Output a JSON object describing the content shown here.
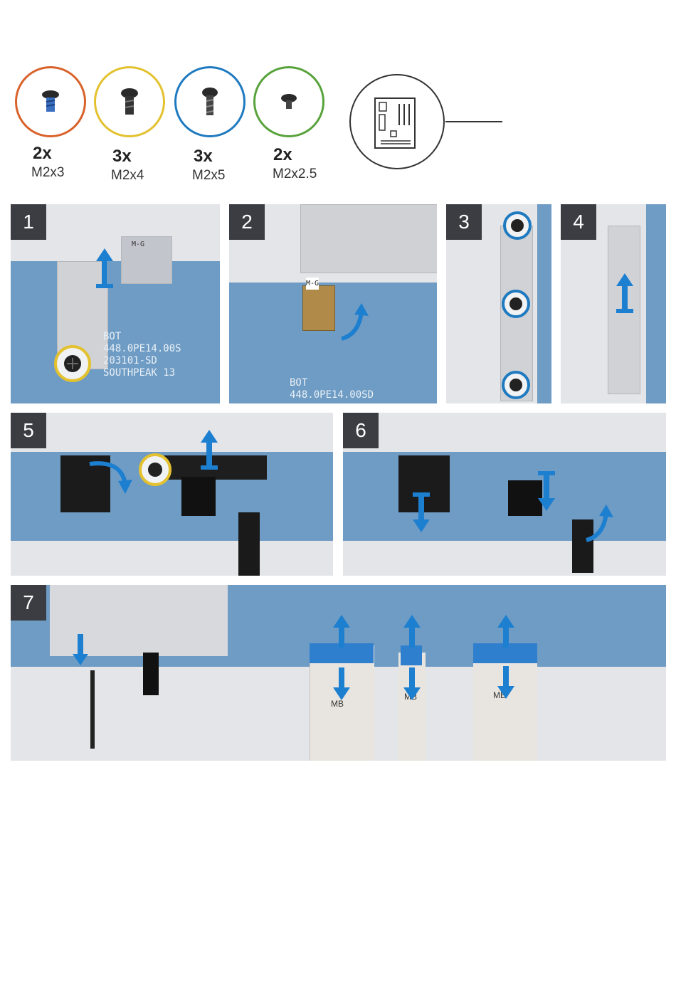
{
  "screws": [
    {
      "count": "2x",
      "size": "M2x3",
      "color": "#d9622b"
    },
    {
      "count": "3x",
      "size": "M2x4",
      "color": "#e3c12f"
    },
    {
      "count": "3x",
      "size": "M2x5",
      "color": "#1f7ac0"
    },
    {
      "count": "2x",
      "size": "M2x2.5",
      "color": "#58a33c"
    }
  ],
  "legend_icon": "motherboard-icon",
  "steps": [
    {
      "number": "1",
      "board_text": "BOT\n448.0PE14.00S\n203101-SD\nSOUTHPEAK 13",
      "label": "M-G"
    },
    {
      "number": "2",
      "board_text": "BOT\n448.0PE14.00SD",
      "label": "M-G"
    },
    {
      "number": "3"
    },
    {
      "number": "4"
    },
    {
      "number": "5"
    },
    {
      "number": "6"
    },
    {
      "number": "7",
      "cable_labels": [
        "MB",
        "MB",
        "MB"
      ]
    }
  ],
  "colors": {
    "arrow": "#1d7fd0",
    "badge": "#3b3d42",
    "board": "#6f9cc4"
  }
}
